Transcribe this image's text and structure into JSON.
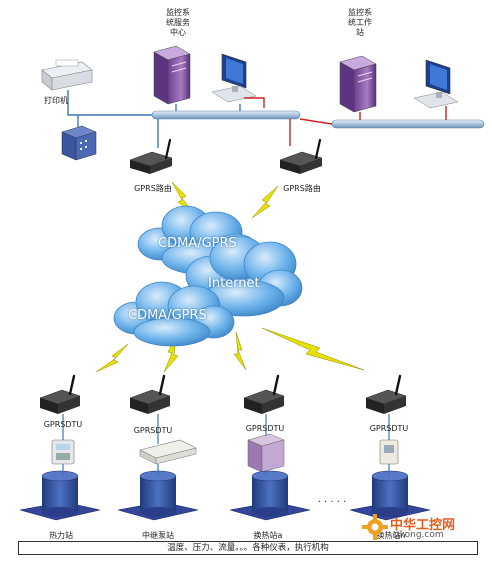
{
  "top": {
    "server_label": "监控系统服务中心",
    "workstation_label": "监控系统工作站",
    "printer_label": "打印机",
    "router_left_label": "GPRS路由",
    "router_right_label": "GPRS路由"
  },
  "clouds": {
    "upper_label": "CDMA/GPRS",
    "middle_label": "Internet",
    "lower_label": "CDMA/GPRS"
  },
  "stations": [
    {
      "dtu_label": "GPRSDTU",
      "name": "热力站"
    },
    {
      "dtu_label": "GPRSDTU",
      "name": "中继泵站"
    },
    {
      "dtu_label": "GPRSDTU",
      "name": "换热站a"
    },
    {
      "dtu_label": "GPRSDTU",
      "name": "换热站n"
    }
  ],
  "ellipsis": "· · · · ·",
  "caption": "温度、压力、流量。。。各种仪表，执行机构",
  "watermark": {
    "title": "中华工控网",
    "url": "gkong.com"
  },
  "colors": {
    "bus": "#8fb3d6",
    "link_blue": "#3a78b8",
    "link_red": "#cc2222",
    "cloud": "#5aa0dd",
    "bolt": "#e8e000",
    "tower": "#2f4f9c"
  }
}
